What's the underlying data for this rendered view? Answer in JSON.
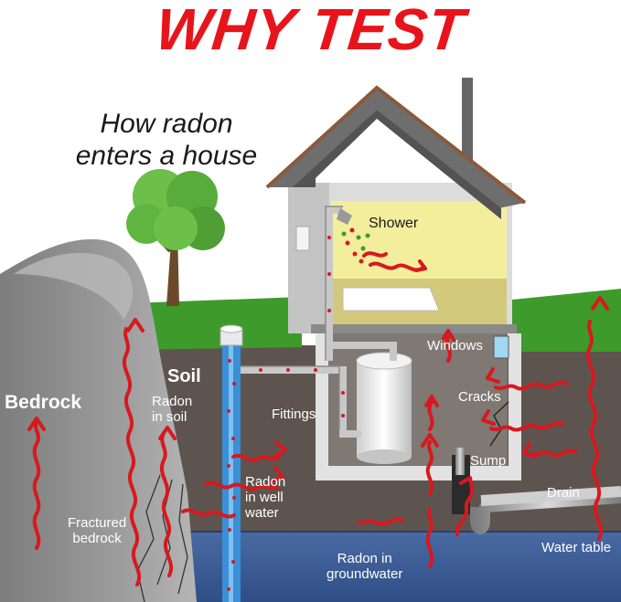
{
  "header": {
    "title": "WHY TEST",
    "subtitle_line1": "How radon",
    "subtitle_line2": "enters a house"
  },
  "labels": {
    "shower": "Shower",
    "windows": "Windows",
    "soil": "Soil",
    "bedrock": "Bedrock",
    "radon_in_soil_1": "Radon",
    "radon_in_soil_2": "in soil",
    "fittings": "Fittings",
    "cracks": "Cracks",
    "sump": "Sump",
    "drain": "Drain",
    "radon_well_1": "Radon",
    "radon_well_2": "in well",
    "radon_well_3": "water",
    "fractured_1": "Fractured",
    "fractured_2": "bedrock",
    "water_table": "Water table",
    "groundwater_1": "Radon in",
    "groundwater_2": "groundwater"
  },
  "colors": {
    "title_red": "#e8141c",
    "arrow_red": "#d7191f",
    "soil": "#5e544f",
    "grass": "#3e9b2b",
    "groundwater": "#3d5e97",
    "bedrock": "#8a8a8a",
    "well_pipe": "#3b8fd6",
    "roof": "#5a5a5a",
    "interior": "#f3ee9c"
  }
}
